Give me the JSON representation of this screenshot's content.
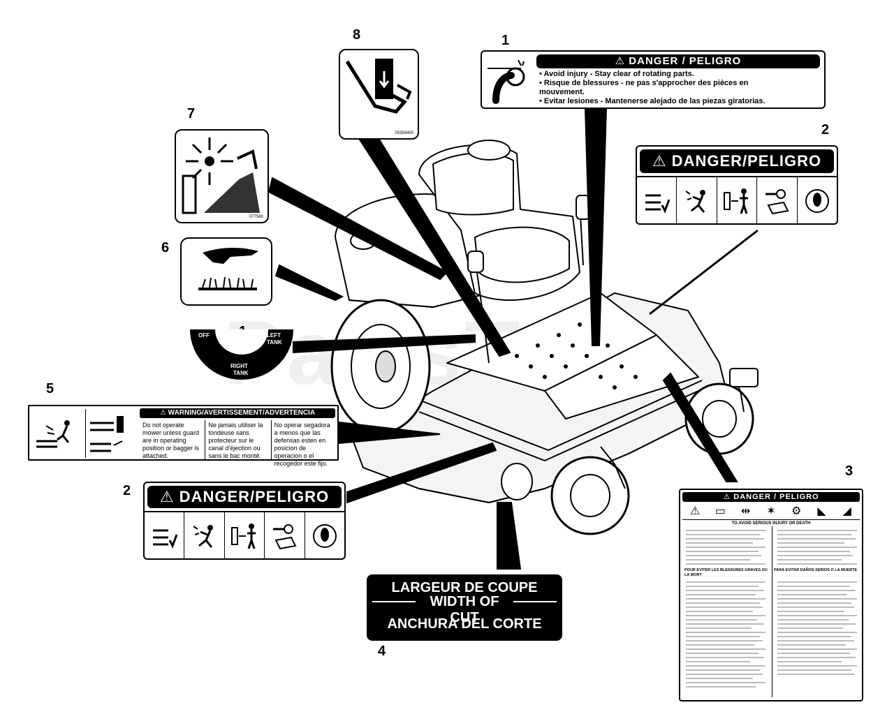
{
  "watermark": "PartsTree",
  "callouts": {
    "c1_top": "1",
    "c1_left": "1",
    "c2_right": "2",
    "c2_left": "2",
    "c3": "3",
    "c4": "4",
    "c5": "5",
    "c6": "6",
    "c7": "7",
    "c8": "8"
  },
  "decal1": {
    "header": "⚠ DANGER / PELIGRO",
    "lines": [
      "• Avoid injury - Stay clear of rotating parts.",
      "• Risque de blessures - ne pas s'approcher des pièces en",
      "  mouvement.",
      "• Evitar lesiones - Mantenerse alejado de las piezas giratorias."
    ]
  },
  "decal2": {
    "header": "⚠ DANGER/PELIGRO"
  },
  "decal3": {
    "header": "⚠ DANGER / PELIGRO",
    "subheader": "TO AVOID SERIOUS INJURY OR DEATH",
    "section_fr": "POUR EVITER LES BLESSURES GRAVES OU LA MORT",
    "section_es": "PARA EVITAR DAÑOS SERIOS O LA MUERTE"
  },
  "decal4": {
    "line1": "LARGEUR DE COUPE",
    "line2": "WIDTH OF CUT",
    "line3": "ANCHURA DEL CORTE"
  },
  "decal5": {
    "header": "⚠ WARNING/AVERTISSEMENT/ADVERTENCIA",
    "col_en": "Do not operate mower unless guard are in operating position or bagger is attached.",
    "col_fr": "Ne jamais utiliser la tondeuse sans protecteur sur le canal d'éjection ou sans le bac monté.",
    "col_es": "No operar segadora a menos que las defensas esten en posicion de operacion o el recogedor este fijo."
  },
  "fuel_selector": {
    "off": "OFF",
    "left": "LEFT",
    "tank": "TANK",
    "right": "RIGHT",
    "tank2": "TANK"
  },
  "part_numbers": {
    "decal8": "05359400",
    "decal7": "077560"
  }
}
